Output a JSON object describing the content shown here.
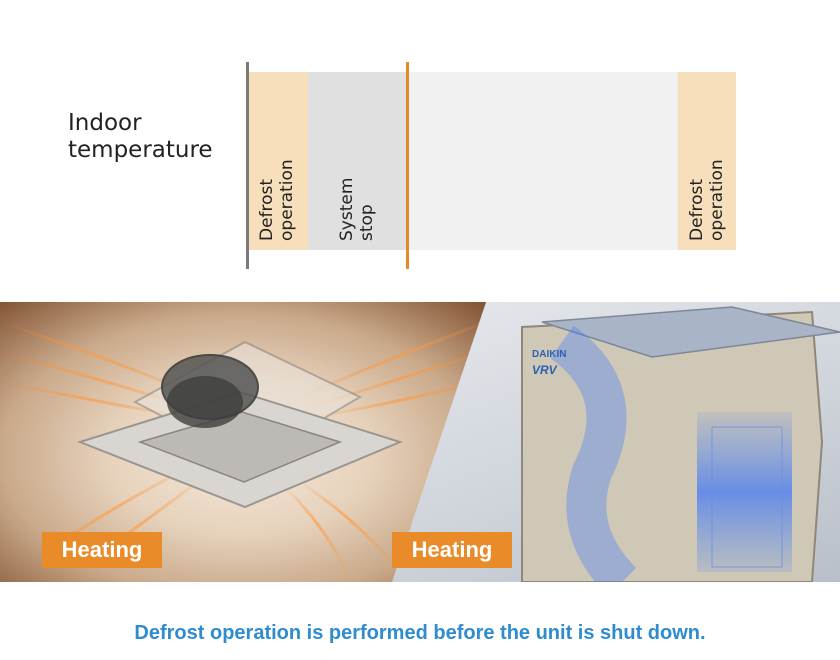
{
  "diagram": {
    "indoor_label_line1": "Indoor",
    "indoor_label_line2": "temperature",
    "defrost_1": {
      "line1": "Defrost",
      "line2": "operation"
    },
    "system_stop": {
      "line1": "System",
      "line2": "stop"
    },
    "defrost_2": {
      "line1": "Defrost",
      "line2": "operation"
    }
  },
  "scenes": {
    "indoor_badge": "Heating",
    "outdoor_badge": "Heating",
    "brand_text": "DAIKIN",
    "model_text": "VRV"
  },
  "caption": "Defrost operation is performed before the unit is shut down.",
  "colors": {
    "defrost_band": "#f7dfbc",
    "stop_band": "#e0e0e0",
    "shutdown_marker": "#e38a2a",
    "badge": "#e98b28",
    "caption": "#2e8ccf"
  }
}
